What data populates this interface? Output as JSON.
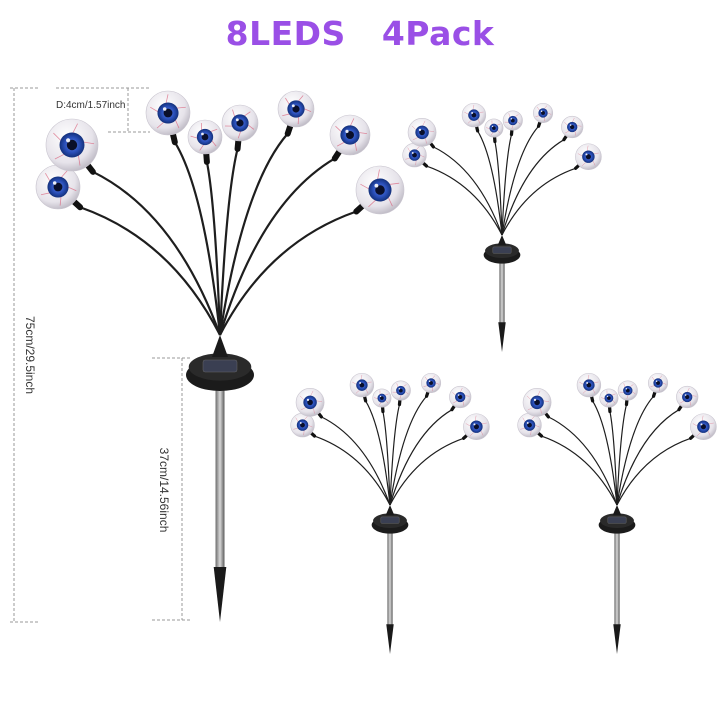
{
  "title": {
    "leds": "8LEDS",
    "pack": "4Pack"
  },
  "dimensions": {
    "diameter": "D:4cm/1.57inch",
    "total_height": "75cm/29.5inch",
    "stake_height": "37cm/14.56inch"
  },
  "colors": {
    "title": "#9a4fe6",
    "iris": "#2a4fb8",
    "eyeball": "#ece9ee",
    "stem": "#222222"
  },
  "product": {
    "count": 4,
    "eyes_per_light": 8
  }
}
